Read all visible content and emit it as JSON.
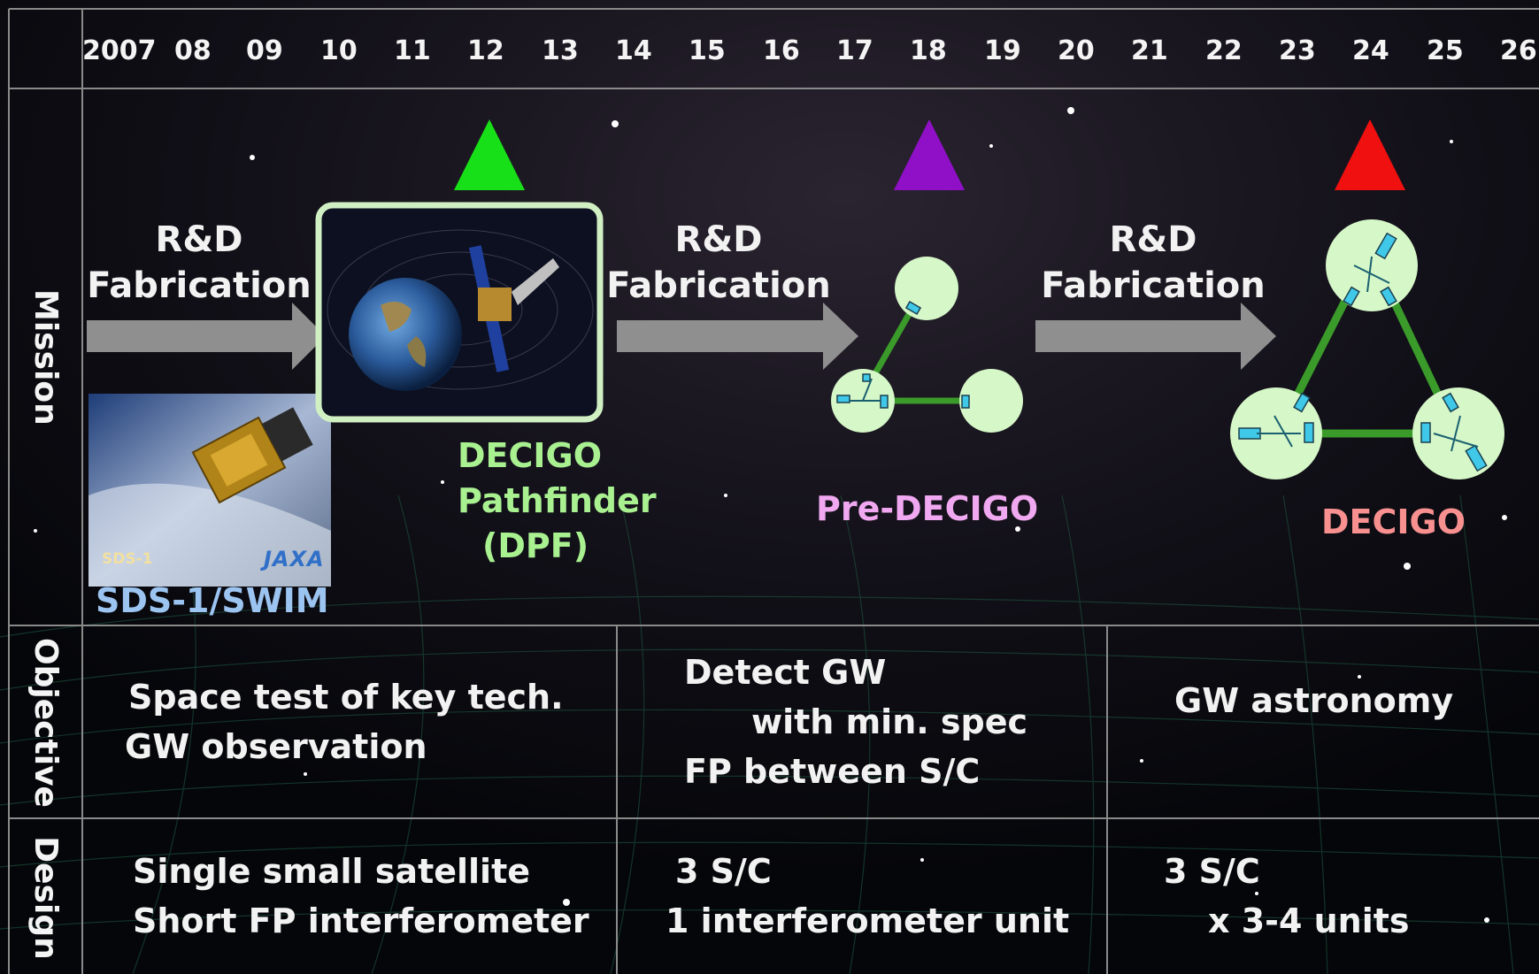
{
  "timeline": {
    "years": [
      "2007",
      "08",
      "09",
      "10",
      "11",
      "12",
      "13",
      "14",
      "15",
      "16",
      "17",
      "18",
      "19",
      "20",
      "21",
      "22",
      "23",
      "24",
      "25",
      "26"
    ]
  },
  "row_labels": {
    "mission": "Mission",
    "objective": "Objective",
    "design": "Design"
  },
  "mission": {
    "phase_label_line1": "R&D",
    "phase_label_line2": "Fabrication",
    "sds1": {
      "name": "SDS-1/SWIM",
      "image_caption": "SDS-1",
      "image_logo": "JAXA"
    },
    "dpf": {
      "line1": "DECIGO",
      "line2": "Pathfinder",
      "line3": "(DPF)",
      "marker_color": "#18e018"
    },
    "pre_decigo": {
      "name": "Pre-DECIGO",
      "color": "#f0a8f0",
      "marker_color": "#9010c8"
    },
    "decigo": {
      "name": "DECIGO",
      "color": "#f89090",
      "marker_color": "#f01010"
    }
  },
  "objective": {
    "col1": [
      "Space test of key tech.",
      "GW observation"
    ],
    "col2": [
      "Detect GW",
      "with min. spec",
      "FP between S/C"
    ],
    "col3": [
      "GW astronomy"
    ]
  },
  "design": {
    "col1": [
      "Single small satellite",
      "Short FP interferometer"
    ],
    "col2": [
      "3 S/C",
      "1 interferometer unit"
    ],
    "col3": [
      "3 S/C",
      "x 3-4 units"
    ]
  },
  "colors": {
    "background": "#0a0c14",
    "grid_lines": "#8a8a8a",
    "arrow": "#8f8f8f",
    "node_fill": "#d6f7c8",
    "link": "#3a9a2a",
    "sds_label": "#9cc4f0"
  }
}
